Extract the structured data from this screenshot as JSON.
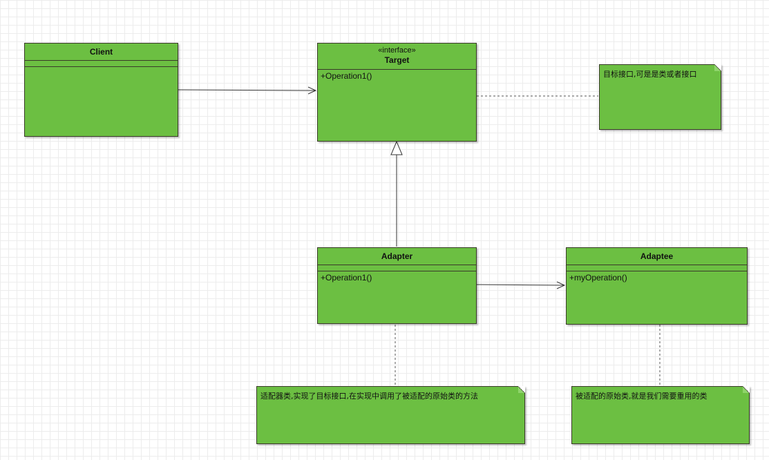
{
  "diagram": {
    "classes": {
      "client": {
        "name": "Client",
        "stereotype": "",
        "operations": []
      },
      "target": {
        "name": "Target",
        "stereotype": "«interface»",
        "operations": [
          "+Operation1()"
        ]
      },
      "adapter": {
        "name": "Adapter",
        "stereotype": "",
        "operations": [
          "+Operation1()"
        ]
      },
      "adaptee": {
        "name": "Adaptee",
        "stereotype": "",
        "operations": [
          "+myOperation()"
        ]
      }
    },
    "notes": {
      "target_note": "目标接口,可是是类或者接口",
      "adapter_note": "适配器类,实现了目标接口,在实现中调用了被适配的原始类的方法",
      "adaptee_note": "被适配的原始类,就是我们需要重用的类"
    },
    "colors": {
      "fill": "#6cbf42",
      "border": "#3a3a2a",
      "grid": "#ececec"
    }
  }
}
